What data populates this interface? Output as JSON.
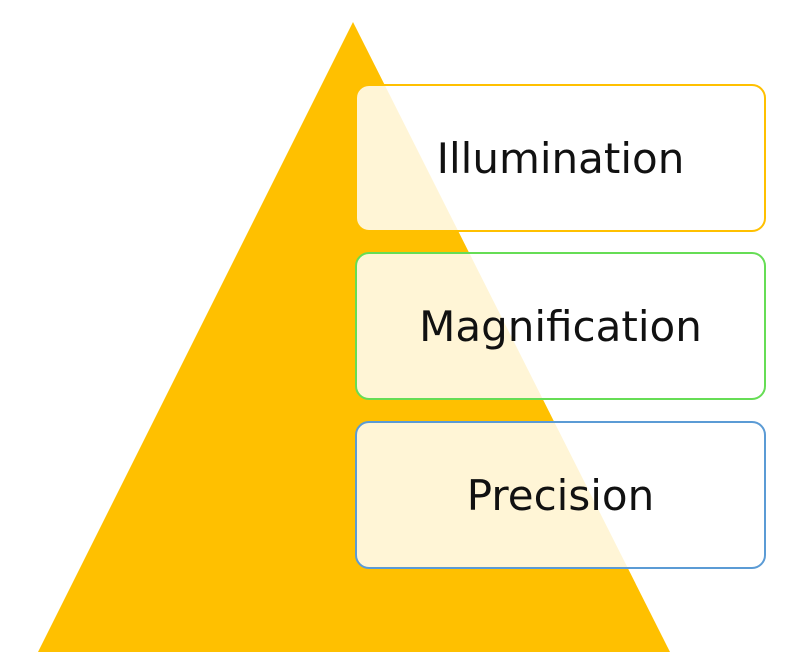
{
  "pyramid": {
    "fill_color": "#FFC000"
  },
  "levels": [
    {
      "label": "Illumination",
      "border_color": "#FFC000"
    },
    {
      "label": "Magnification",
      "border_color": "#66DD55"
    },
    {
      "label": "Precision",
      "border_color": "#5B9BD5"
    }
  ]
}
